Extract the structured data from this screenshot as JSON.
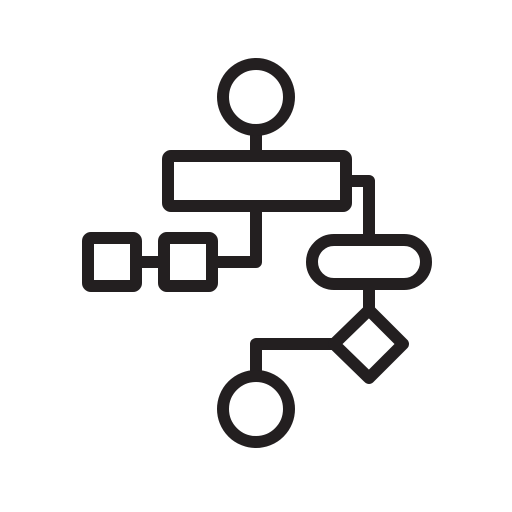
{
  "icon": {
    "name": "flowchart-icon",
    "stroke_color": "#231f20",
    "background_color": "#ffffff",
    "nodes": [
      {
        "id": "start",
        "shape": "circle"
      },
      {
        "id": "process",
        "shape": "rectangle"
      },
      {
        "id": "box-a",
        "shape": "square"
      },
      {
        "id": "box-b",
        "shape": "square"
      },
      {
        "id": "terminal",
        "shape": "rounded-rectangle"
      },
      {
        "id": "decision",
        "shape": "diamond"
      },
      {
        "id": "end",
        "shape": "circle"
      }
    ]
  }
}
